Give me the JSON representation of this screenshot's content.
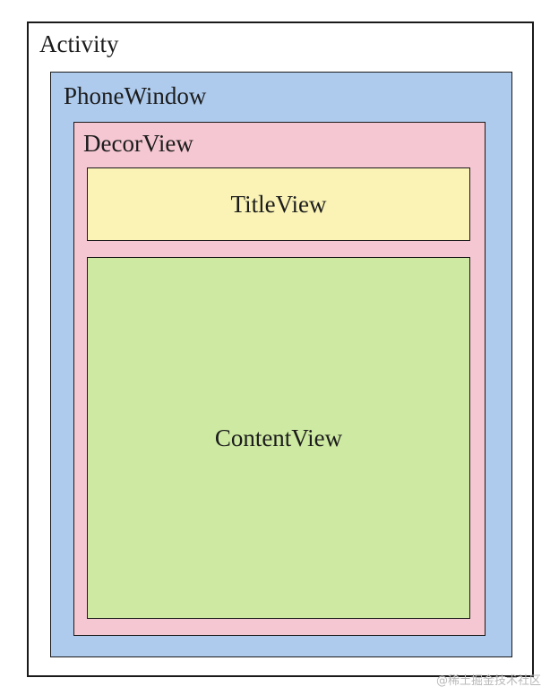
{
  "diagram": {
    "activity_label": "Activity",
    "phone_window_label": "PhoneWindow",
    "decor_view_label": "DecorView",
    "title_view_label": "TitleView",
    "content_view_label": "ContentView"
  },
  "watermark": "@稀土掘金技术社区",
  "colors": {
    "phone_window": "#aecbee",
    "decor_view": "#f5c7d2",
    "title_view": "#faf3b5",
    "content_view": "#cde9a2",
    "border": "#1a1a1a",
    "watermark": "#b9b9b9"
  }
}
